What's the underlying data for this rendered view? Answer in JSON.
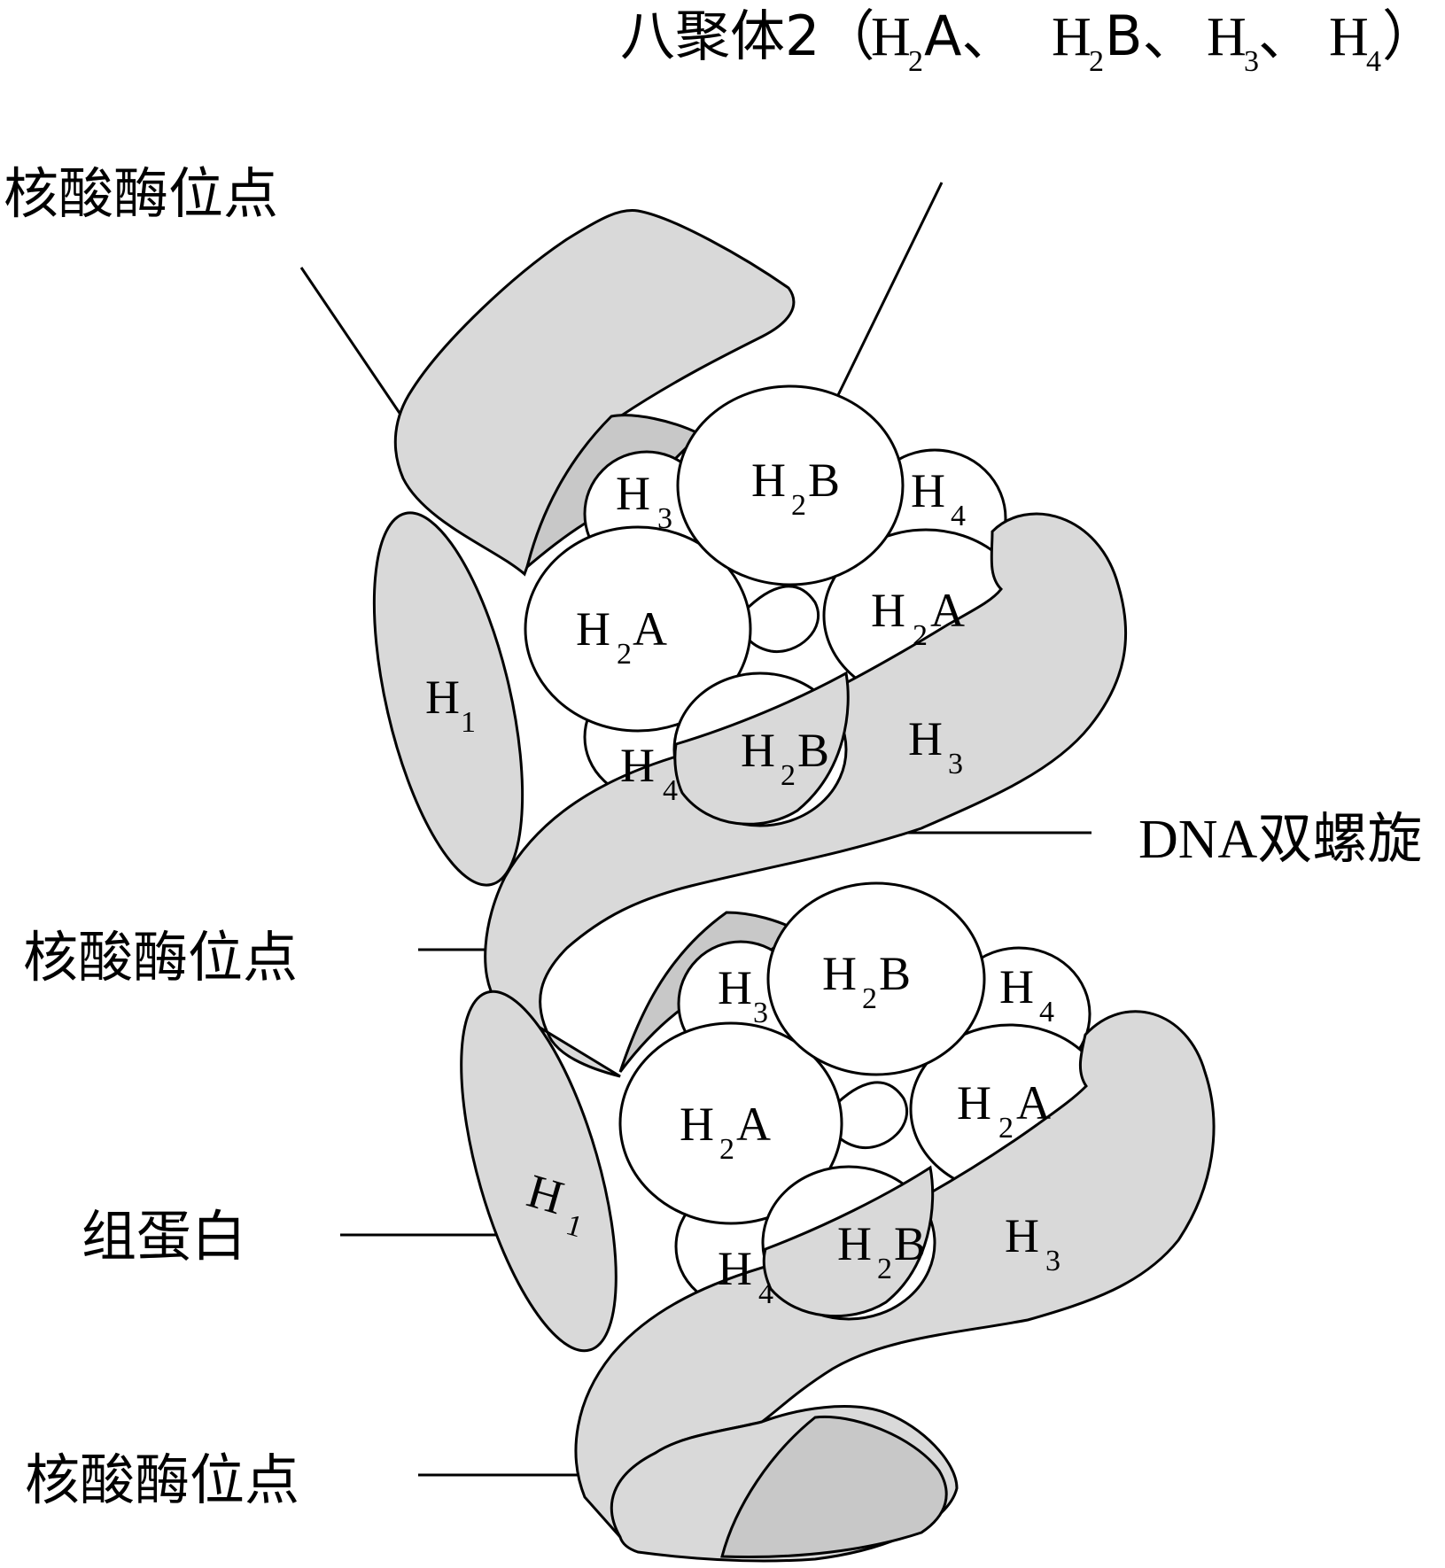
{
  "labels": {
    "octamer_title_main": "八聚体2（H",
    "octamer_title_parts": [
      {
        "base": "H",
        "sub": "2",
        "suffix": "A、"
      },
      {
        "base": "H",
        "sub": "2",
        "suffix": "B、"
      },
      {
        "base": "H",
        "sub": "3",
        "suffix": "、"
      },
      {
        "base": "H",
        "sub": "4",
        "suffix": "）"
      }
    ],
    "octamer_prefix": "八聚体2（",
    "nuclease_site_top": "核酸酶位点",
    "nuclease_site_middle": "核酸酶位点",
    "nuclease_site_bottom": "核酸酶位点",
    "dna_double_helix": "DNA双螺旋",
    "histone": "组蛋白"
  },
  "histones": {
    "h1_upper": {
      "base": "H",
      "sub": "1"
    },
    "h1_lower": {
      "base": "H",
      "sub": "1"
    },
    "upper": {
      "h2b_top": {
        "base": "H",
        "sub": "2",
        "suffix": "B"
      },
      "h3_left": {
        "base": "H",
        "sub": "3",
        "suffix": ""
      },
      "h4_right": {
        "base": "H",
        "sub": "4",
        "suffix": ""
      },
      "h2a_left": {
        "base": "H",
        "sub": "2",
        "suffix": "A"
      },
      "h2a_right": {
        "base": "H",
        "sub": "2",
        "suffix": "A"
      },
      "h2b_bottom": {
        "base": "H",
        "sub": "2",
        "suffix": "B"
      },
      "h4_bottom": {
        "base": "H",
        "sub": "4",
        "suffix": ""
      },
      "h3_bottom": {
        "base": "H",
        "sub": "3",
        "suffix": ""
      }
    },
    "lower": {
      "h2b_top": {
        "base": "H",
        "sub": "2",
        "suffix": "B"
      },
      "h3_left": {
        "base": "H",
        "sub": "3",
        "suffix": ""
      },
      "h4_right": {
        "base": "H",
        "sub": "4",
        "suffix": ""
      },
      "h2a_left": {
        "base": "H",
        "sub": "2",
        "suffix": "A"
      },
      "h2a_right": {
        "base": "H",
        "sub": "2",
        "suffix": "A"
      },
      "h2b_bottom": {
        "base": "H",
        "sub": "2",
        "suffix": "B"
      },
      "h4_bottom": {
        "base": "H",
        "sub": "4",
        "suffix": ""
      },
      "h3_bottom": {
        "base": "H",
        "sub": "3",
        "suffix": ""
      }
    }
  },
  "colors": {
    "dna_fill": "#d9d9d9",
    "dna_dark_fill": "#c8c8c8",
    "histone_fill": "#ffffff",
    "stroke": "#000000"
  }
}
